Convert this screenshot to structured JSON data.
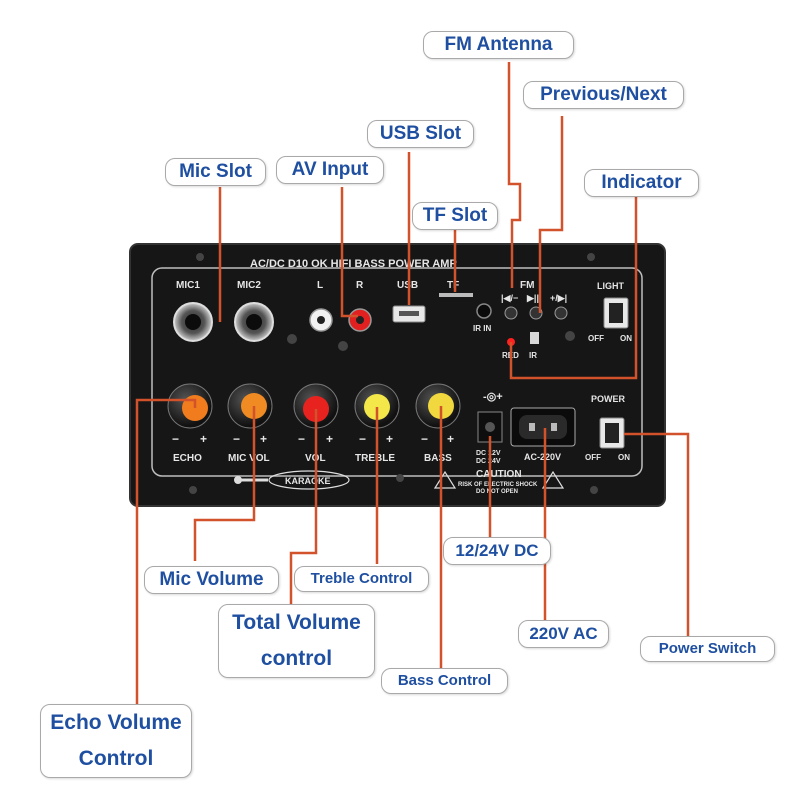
{
  "callouts": {
    "fm_antenna": "FM Antenna",
    "previous_next": "Previous/Next",
    "usb_slot": "USB Slot",
    "mic_slot": "Mic Slot",
    "av_input": "AV Input",
    "indicator": "Indicator",
    "tf_slot": "TF Slot",
    "dc_input": "12/24V DC",
    "mic_volume": "Mic Volume",
    "treble_control": "Treble Control",
    "total_volume_1": "Total Volume",
    "total_volume_2": "control",
    "ac_input": "220V AC",
    "power_switch": "Power Switch",
    "bass_control": "Bass Control",
    "echo_volume_1": "Echo Volume",
    "echo_volume_2": "Control"
  },
  "panel": {
    "header": "AC/DC  D10 OK  HIFI  BASS POWER  AMP",
    "mic1": "MIC1",
    "mic2": "MIC2",
    "l": "L",
    "r": "R",
    "usb": "USB",
    "tf": "TF",
    "fm": "FM",
    "prev": "|◀/−",
    "play": "▶||",
    "next": "+/▶|",
    "ir_in": "IR IN",
    "red": "RED",
    "ir": "IR",
    "light": "LIGHT",
    "off": "OFF",
    "on": "ON",
    "power": "POWER",
    "echo": "ECHO",
    "mic_vol": "MIC VOL",
    "vol": "VOL",
    "treble": "TREBLE",
    "bass": "BASS",
    "karaoke": "KARAOKE",
    "dc_label": "DC 12V\nDC 24V",
    "ac_label": "AC-220V",
    "caution": "CAUTION",
    "caution_sub1": "RISK OF ELECTRIC SHOCK",
    "caution_sub2": "DO NOT OPEN",
    "minus": "−",
    "plus": "+"
  },
  "colors": {
    "leader_line": "#d2522b",
    "label_text": "#1f4fa0",
    "panel": "#1a1a1a",
    "knob_echo": "#f07c1e",
    "knob_micvol": "#f08a22",
    "knob_vol": "#e8231f",
    "knob_treble": "#f3e74a",
    "knob_bass": "#f1d83e",
    "indicator_led": "#ff2020"
  }
}
